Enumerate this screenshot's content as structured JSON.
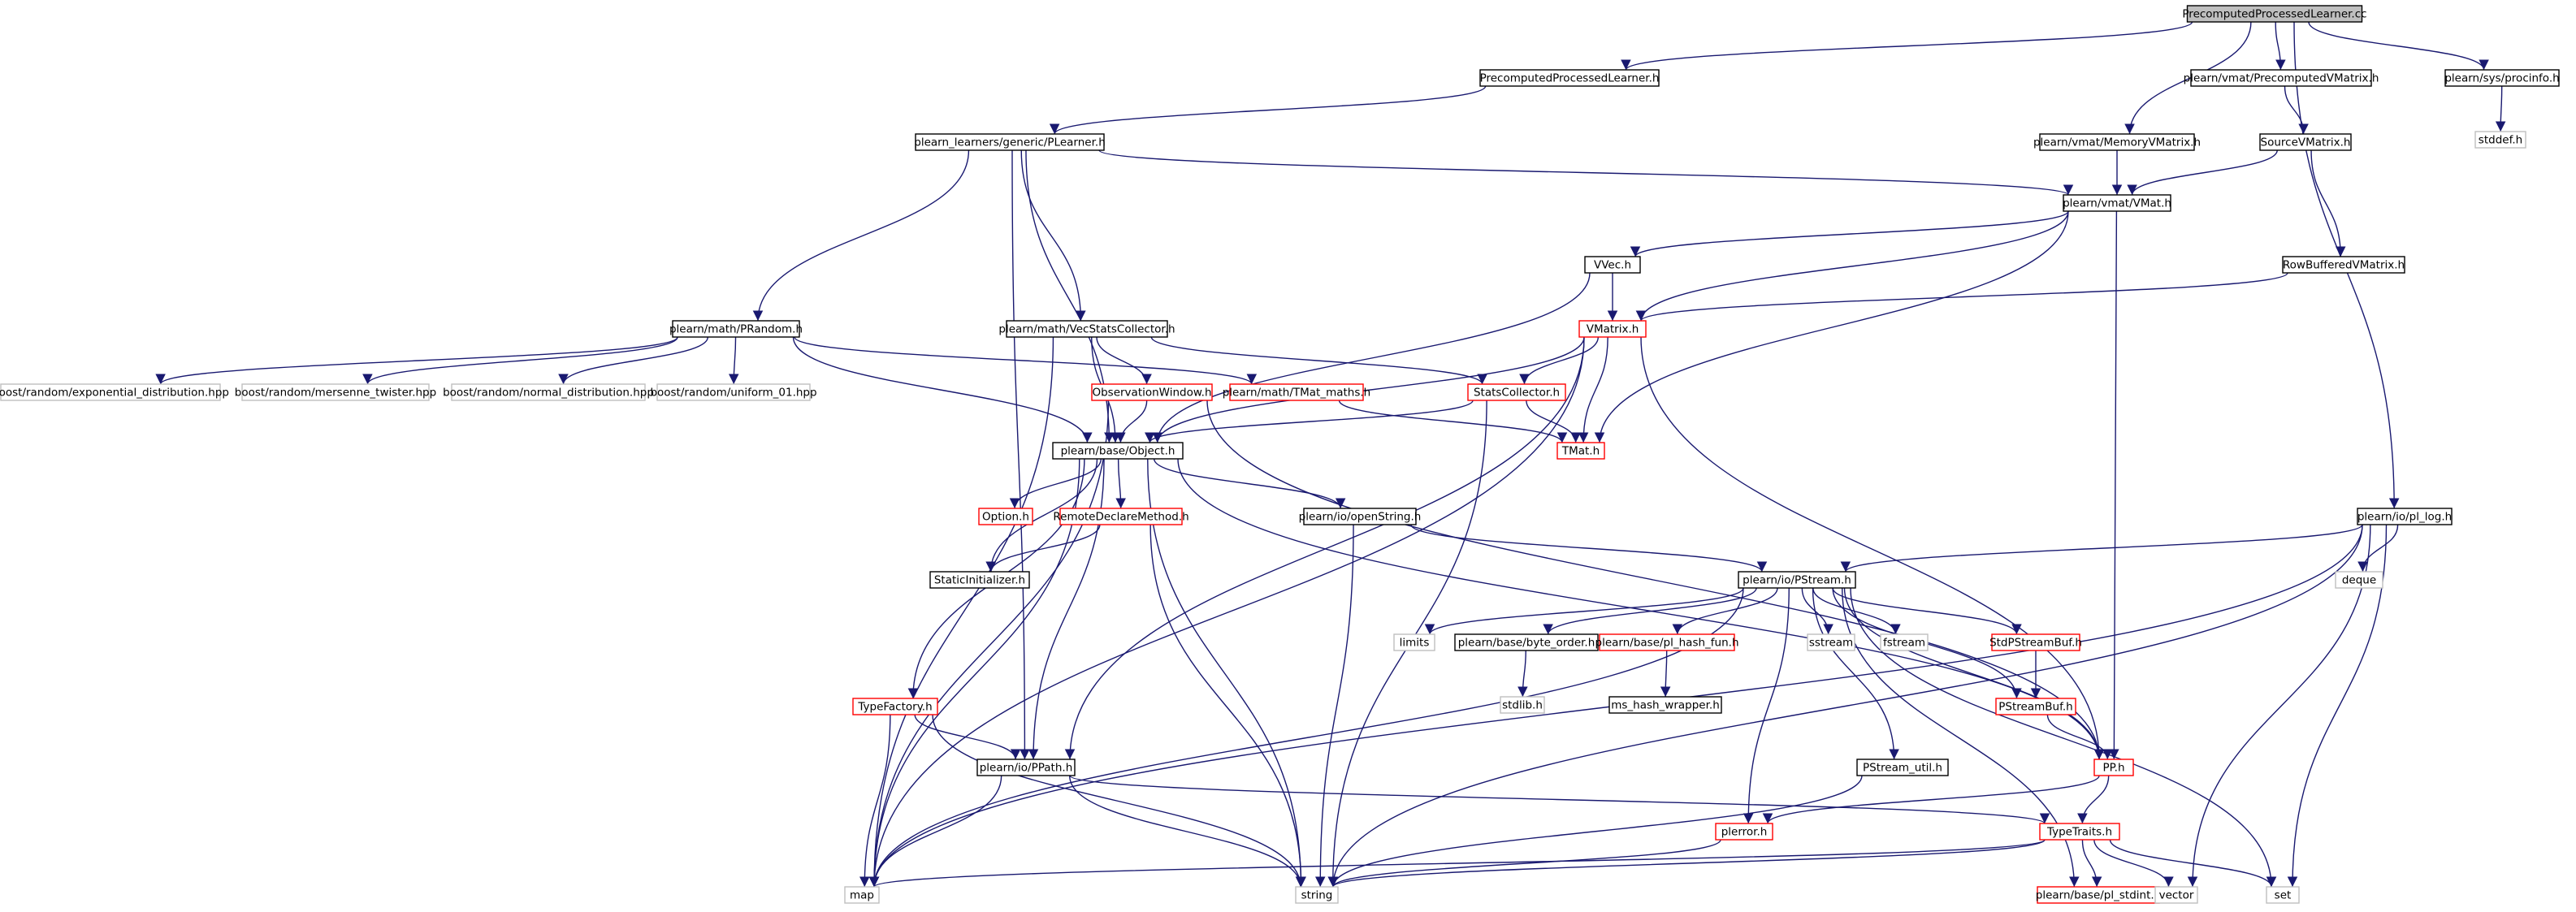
{
  "graph": {
    "colors": {
      "edge": "#191970",
      "documented": "#000000",
      "truncated": "#ff0000",
      "system": "#bfbfbf",
      "root_fill": "#bfbfbf",
      "node_fill": "#ffffff"
    },
    "nodes": [
      {
        "id": "root",
        "label": "PrecomputedProcessedLearner.cc",
        "kind": "root"
      },
      {
        "id": "ppl_h",
        "label": "PrecomputedProcessedLearner.h",
        "kind": "doc"
      },
      {
        "id": "pcvm_h",
        "label": "plearn/vmat/PrecomputedVMatrix.h",
        "kind": "doc"
      },
      {
        "id": "procinfo_h",
        "label": "plearn/sys/procinfo.h",
        "kind": "doc"
      },
      {
        "id": "stddef_h",
        "label": "stddef.h",
        "kind": "sys"
      },
      {
        "id": "plearner_h",
        "label": "plearn_learners/generic/PLearner.h",
        "kind": "doc"
      },
      {
        "id": "memvm_h",
        "label": "plearn/vmat/MemoryVMatrix.h",
        "kind": "doc"
      },
      {
        "id": "srcvm_h",
        "label": "SourceVMatrix.h",
        "kind": "doc"
      },
      {
        "id": "vmat_h",
        "label": "plearn/vmat/VMat.h",
        "kind": "doc"
      },
      {
        "id": "vvec_h",
        "label": "VVec.h",
        "kind": "doc"
      },
      {
        "id": "rowbuf_h",
        "label": "RowBufferedVMatrix.h",
        "kind": "doc"
      },
      {
        "id": "prandom_h",
        "label": "plearn/math/PRandom.h",
        "kind": "doc"
      },
      {
        "id": "vecstats_h",
        "label": "plearn/math/VecStatsCollector.h",
        "kind": "doc"
      },
      {
        "id": "vmatrix_h",
        "label": "VMatrix.h",
        "kind": "trunc"
      },
      {
        "id": "boost_exp",
        "label": "boost/random/exponential_distribution.hpp",
        "kind": "sys"
      },
      {
        "id": "boost_mt",
        "label": "boost/random/mersenne_twister.hpp",
        "kind": "sys"
      },
      {
        "id": "boost_norm",
        "label": "boost/random/normal_distribution.hpp",
        "kind": "sys"
      },
      {
        "id": "boost_uni",
        "label": "boost/random/uniform_01.hpp",
        "kind": "sys"
      },
      {
        "id": "obswin_h",
        "label": "ObservationWindow.h",
        "kind": "trunc"
      },
      {
        "id": "tmatmaths_h",
        "label": "plearn/math/TMat_maths.h",
        "kind": "trunc"
      },
      {
        "id": "statscol_h",
        "label": "StatsCollector.h",
        "kind": "trunc"
      },
      {
        "id": "object_h",
        "label": "plearn/base/Object.h",
        "kind": "doc"
      },
      {
        "id": "tmat_h",
        "label": "TMat.h",
        "kind": "trunc"
      },
      {
        "id": "pllog_h",
        "label": "plearn/io/pl_log.h",
        "kind": "doc"
      },
      {
        "id": "option_h",
        "label": "Option.h",
        "kind": "trunc"
      },
      {
        "id": "remote_h",
        "label": "RemoteDeclareMethod.h",
        "kind": "trunc"
      },
      {
        "id": "openstr_h",
        "label": "plearn/io/openString.h",
        "kind": "doc"
      },
      {
        "id": "staticinit_h",
        "label": "StaticInitializer.h",
        "kind": "doc"
      },
      {
        "id": "pstream_h",
        "label": "plearn/io/PStream.h",
        "kind": "doc"
      },
      {
        "id": "deque",
        "label": "deque",
        "kind": "sys"
      },
      {
        "id": "limits",
        "label": "limits",
        "kind": "sys"
      },
      {
        "id": "byteorder_h",
        "label": "plearn/base/byte_order.h",
        "kind": "doc"
      },
      {
        "id": "hashfun_h",
        "label": "plearn/base/pl_hash_fun.h",
        "kind": "trunc"
      },
      {
        "id": "sstream",
        "label": "sstream",
        "kind": "sys"
      },
      {
        "id": "fstream",
        "label": "fstream",
        "kind": "sys"
      },
      {
        "id": "stdpsbuf_h",
        "label": "StdPStreamBuf.h",
        "kind": "trunc"
      },
      {
        "id": "stdlib_h",
        "label": "stdlib.h",
        "kind": "sys"
      },
      {
        "id": "mshash_h",
        "label": "ms_hash_wrapper.h",
        "kind": "doc"
      },
      {
        "id": "typefactory_h",
        "label": "TypeFactory.h",
        "kind": "trunc"
      },
      {
        "id": "psbuf_h",
        "label": "PStreamBuf.h",
        "kind": "trunc"
      },
      {
        "id": "ppath_h",
        "label": "plearn/io/PPath.h",
        "kind": "doc"
      },
      {
        "id": "psutil_h",
        "label": "PStream_util.h",
        "kind": "doc"
      },
      {
        "id": "pp_h",
        "label": "PP.h",
        "kind": "trunc"
      },
      {
        "id": "plerror_h",
        "label": "plerror.h",
        "kind": "trunc"
      },
      {
        "id": "typetraits_h",
        "label": "TypeTraits.h",
        "kind": "trunc"
      },
      {
        "id": "map",
        "label": "map",
        "kind": "sys"
      },
      {
        "id": "string",
        "label": "string",
        "kind": "sys"
      },
      {
        "id": "plstdint_h",
        "label": "plearn/base/pl_stdint.h",
        "kind": "trunc"
      },
      {
        "id": "vector",
        "label": "vector",
        "kind": "sys"
      },
      {
        "id": "set",
        "label": "set",
        "kind": "sys"
      }
    ],
    "edges": [
      [
        "root",
        "ppl_h"
      ],
      [
        "root",
        "pcvm_h"
      ],
      [
        "root",
        "procinfo_h"
      ],
      [
        "root",
        "memvm_h"
      ],
      [
        "root",
        "pllog_h"
      ],
      [
        "procinfo_h",
        "stddef_h"
      ],
      [
        "ppl_h",
        "plearner_h"
      ],
      [
        "pcvm_h",
        "srcvm_h"
      ],
      [
        "plearner_h",
        "vmat_h"
      ],
      [
        "plearner_h",
        "prandom_h"
      ],
      [
        "plearner_h",
        "vecstats_h"
      ],
      [
        "plearner_h",
        "object_h"
      ],
      [
        "plearner_h",
        "ppath_h"
      ],
      [
        "memvm_h",
        "vmat_h"
      ],
      [
        "srcvm_h",
        "vmat_h"
      ],
      [
        "srcvm_h",
        "rowbuf_h"
      ],
      [
        "vmat_h",
        "vvec_h"
      ],
      [
        "vmat_h",
        "vmatrix_h"
      ],
      [
        "vmat_h",
        "tmat_h"
      ],
      [
        "vmat_h",
        "pp_h"
      ],
      [
        "rowbuf_h",
        "vmatrix_h"
      ],
      [
        "vvec_h",
        "vmatrix_h"
      ],
      [
        "vvec_h",
        "object_h"
      ],
      [
        "prandom_h",
        "boost_exp"
      ],
      [
        "prandom_h",
        "boost_mt"
      ],
      [
        "prandom_h",
        "boost_norm"
      ],
      [
        "prandom_h",
        "boost_uni"
      ],
      [
        "prandom_h",
        "tmatmaths_h"
      ],
      [
        "prandom_h",
        "object_h"
      ],
      [
        "vecstats_h",
        "obswin_h"
      ],
      [
        "vecstats_h",
        "statscol_h"
      ],
      [
        "vecstats_h",
        "object_h"
      ],
      [
        "vecstats_h",
        "map"
      ],
      [
        "vmatrix_h",
        "statscol_h"
      ],
      [
        "vmatrix_h",
        "tmat_h"
      ],
      [
        "vmatrix_h",
        "object_h"
      ],
      [
        "vmatrix_h",
        "map"
      ],
      [
        "vmatrix_h",
        "pp_h"
      ],
      [
        "vmatrix_h",
        "ppath_h"
      ],
      [
        "tmatmaths_h",
        "tmat_h"
      ],
      [
        "statscol_h",
        "tmat_h"
      ],
      [
        "statscol_h",
        "object_h"
      ],
      [
        "statscol_h",
        "string"
      ],
      [
        "obswin_h",
        "object_h"
      ],
      [
        "obswin_h",
        "map"
      ],
      [
        "obswin_h",
        "pp_h"
      ],
      [
        "object_h",
        "option_h"
      ],
      [
        "object_h",
        "remote_h"
      ],
      [
        "object_h",
        "openstr_h"
      ],
      [
        "object_h",
        "staticinit_h"
      ],
      [
        "object_h",
        "typefactory_h"
      ],
      [
        "object_h",
        "ppath_h"
      ],
      [
        "object_h",
        "map"
      ],
      [
        "object_h",
        "string"
      ],
      [
        "object_h",
        "pp_h"
      ],
      [
        "remote_h",
        "staticinit_h"
      ],
      [
        "remote_h",
        "string"
      ],
      [
        "openstr_h",
        "pstream_h"
      ],
      [
        "openstr_h",
        "string"
      ],
      [
        "pllog_h",
        "pstream_h"
      ],
      [
        "pllog_h",
        "deque"
      ],
      [
        "pllog_h",
        "string"
      ],
      [
        "pllog_h",
        "vector"
      ],
      [
        "pllog_h",
        "set"
      ],
      [
        "pllog_h",
        "map"
      ],
      [
        "pstream_h",
        "limits"
      ],
      [
        "pstream_h",
        "byteorder_h"
      ],
      [
        "pstream_h",
        "hashfun_h"
      ],
      [
        "pstream_h",
        "sstream"
      ],
      [
        "pstream_h",
        "fstream"
      ],
      [
        "pstream_h",
        "stdpsbuf_h"
      ],
      [
        "pstream_h",
        "psbuf_h"
      ],
      [
        "pstream_h",
        "psutil_h"
      ],
      [
        "pstream_h",
        "pp_h"
      ],
      [
        "pstream_h",
        "plerror_h"
      ],
      [
        "pstream_h",
        "plstdint_h"
      ],
      [
        "pstream_h",
        "set"
      ],
      [
        "pstream_h",
        "map"
      ],
      [
        "byteorder_h",
        "stdlib_h"
      ],
      [
        "hashfun_h",
        "mshash_h"
      ],
      [
        "stdpsbuf_h",
        "psbuf_h"
      ],
      [
        "psbuf_h",
        "pp_h"
      ],
      [
        "typefactory_h",
        "ppath_h"
      ],
      [
        "typefactory_h",
        "map"
      ],
      [
        "typefactory_h",
        "string"
      ],
      [
        "ppath_h",
        "map"
      ],
      [
        "ppath_h",
        "string"
      ],
      [
        "ppath_h",
        "typetraits_h"
      ],
      [
        "psutil_h",
        "string"
      ],
      [
        "pp_h",
        "typetraits_h"
      ],
      [
        "pp_h",
        "plerror_h"
      ],
      [
        "plerror_h",
        "string"
      ],
      [
        "typetraits_h",
        "map"
      ],
      [
        "typetraits_h",
        "string"
      ],
      [
        "typetraits_h",
        "plstdint_h"
      ],
      [
        "typetraits_h",
        "vector"
      ],
      [
        "typetraits_h",
        "set"
      ]
    ]
  }
}
